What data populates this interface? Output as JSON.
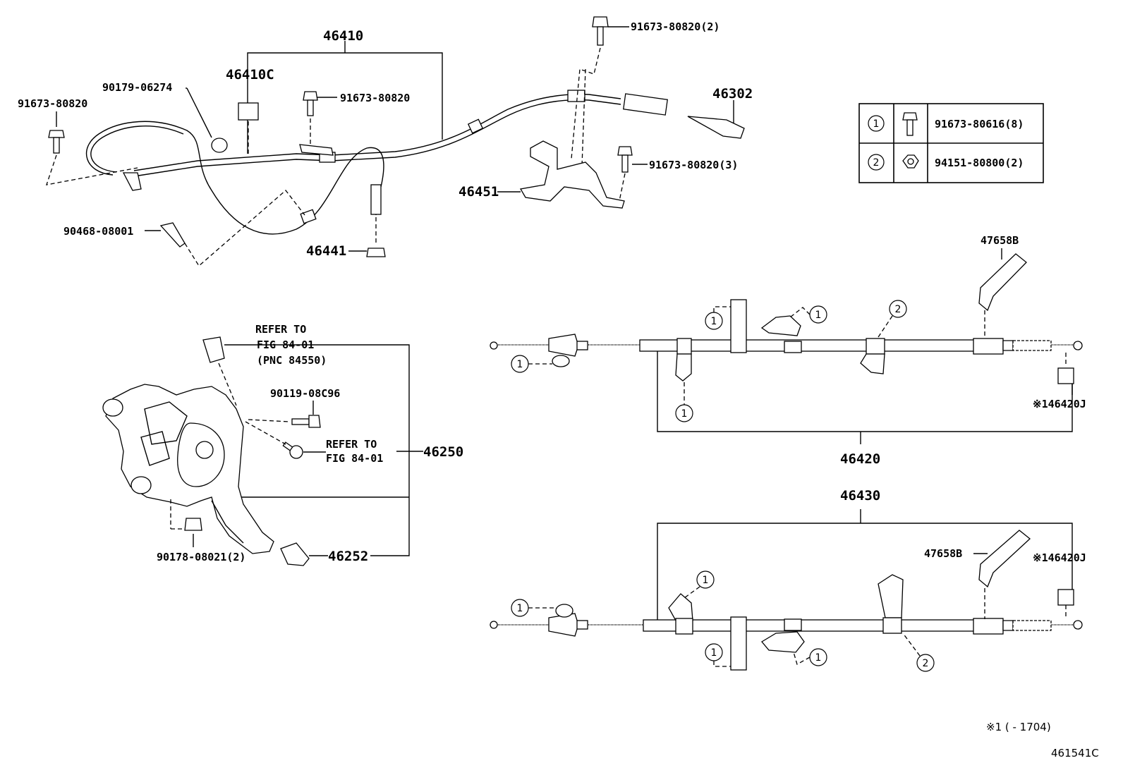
{
  "labels": {
    "p46410": "46410",
    "p46410c": "46410C",
    "p90179": "90179-06274",
    "p91673_left": "91673-80820",
    "p91673_mid": "91673-80820",
    "p91673_top": "91673-80820(2)",
    "p91673_right": "91673-80820(3)",
    "p46302": "46302",
    "p46451": "46451",
    "p90468": "90468-08001",
    "p46441": "46441",
    "p47658b_top": "47658B",
    "p46420j_top": "※146420J",
    "p46420": "46420",
    "p46430": "46430",
    "p47658b_bot": "47658B",
    "p46420j_bot": "※146420J",
    "refer1_l1": "REFER TO",
    "refer1_l2": "FIG 84-01",
    "refer1_l3": "(PNC 84550)",
    "p90119": "90119-08C96",
    "refer2_l1": "REFER TO",
    "refer2_l2": "FIG 84-01",
    "p46250": "46250",
    "p90178": "90178-08021(2)",
    "p46252": "46252",
    "footnote": "※1 (      - 1704)",
    "figure_code": "461541C"
  },
  "legend": {
    "rows": [
      {
        "ref": "1",
        "part": "91673-80616(8)",
        "icon": "bolt-icon"
      },
      {
        "ref": "2",
        "part": "94151-80800(2)",
        "icon": "nut-icon"
      }
    ]
  },
  "callout_refs": {
    "one": "1",
    "two": "2"
  }
}
